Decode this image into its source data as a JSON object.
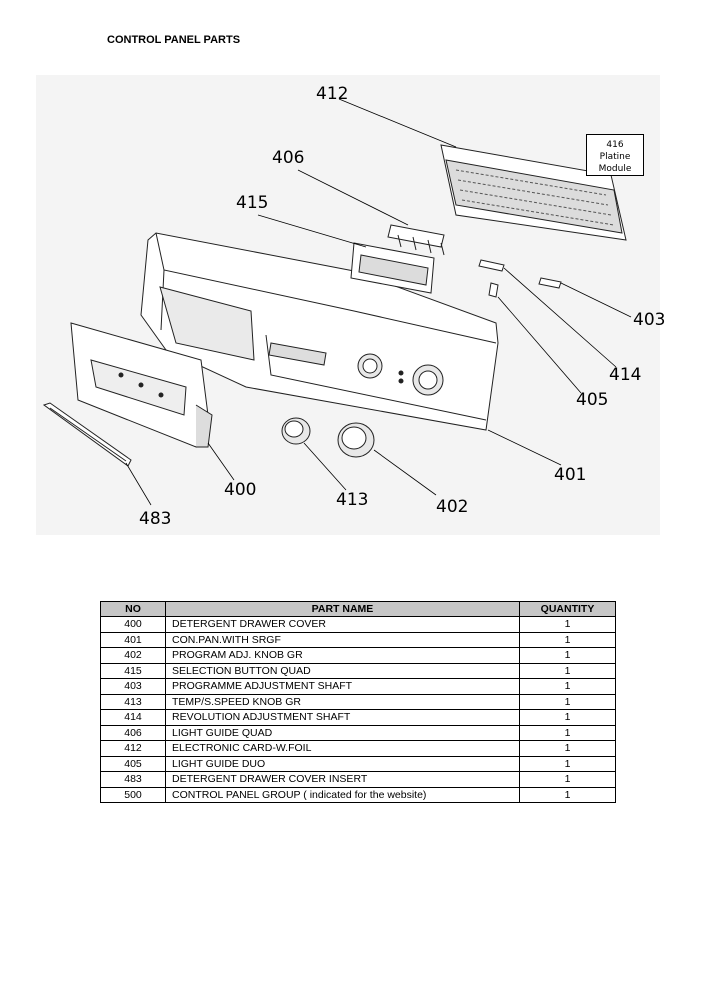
{
  "title": "CONTROL PANEL PARTS",
  "module_box": {
    "line1": "416",
    "line2": "Platine",
    "line3": "Module"
  },
  "callouts": {
    "c412": "412",
    "c406": "406",
    "c415": "415",
    "c403": "403",
    "c414": "414",
    "c405": "405",
    "c401": "401",
    "c400": "400",
    "c413": "413",
    "c402": "402",
    "c483": "483"
  },
  "table": {
    "headers": {
      "no": "NO",
      "name": "PART NAME",
      "qty": "QUANTITY"
    },
    "rows": [
      {
        "no": "400",
        "name": "DETERGENT DRAWER COVER",
        "qty": "1"
      },
      {
        "no": "401",
        "name": "CON.PAN.WITH SRGF",
        "qty": "1"
      },
      {
        "no": "402",
        "name": "PROGRAM ADJ. KNOB GR",
        "qty": "1"
      },
      {
        "no": "415",
        "name": "SELECTION BUTTON QUAD",
        "qty": "1"
      },
      {
        "no": "403",
        "name": "PROGRAMME ADJUSTMENT  SHAFT",
        "qty": "1"
      },
      {
        "no": "413",
        "name": "TEMP/S.SPEED KNOB GR",
        "qty": "1"
      },
      {
        "no": "414",
        "name": "REVOLUTION ADJUSTMENT  SHAFT",
        "qty": "1"
      },
      {
        "no": "406",
        "name": "LIGHT GUIDE QUAD",
        "qty": "1"
      },
      {
        "no": "412",
        "name": "ELECTRONIC CARD-W.FOIL",
        "qty": "1"
      },
      {
        "no": "405",
        "name": "LIGHT GUIDE DUO",
        "qty": "1"
      },
      {
        "no": "483",
        "name": "DETERGENT DRAWER COVER INSERT",
        "qty": "1"
      },
      {
        "no": "500",
        "name": "CONTROL PANEL GROUP ( indicated for the website)",
        "qty": "1"
      }
    ]
  }
}
